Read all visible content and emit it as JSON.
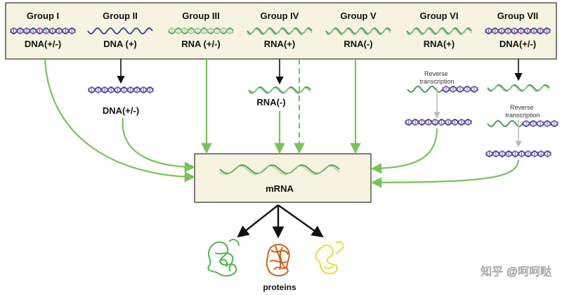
{
  "groups": [
    {
      "title": "Group I",
      "genome": "DNA(+/-)",
      "genome_type": "dsDNA"
    },
    {
      "title": "Group II",
      "genome": "DNA (+)",
      "genome_type": "ssDNA"
    },
    {
      "title": "Group III",
      "genome": "RNA (+/-)",
      "genome_type": "dsRNA"
    },
    {
      "title": "Group IV",
      "genome": "RNA(+)",
      "genome_type": "ssRNA"
    },
    {
      "title": "Group V",
      "genome": "RNA(-)",
      "genome_type": "ssRNA"
    },
    {
      "title": "Group VI",
      "genome": "RNA(+)",
      "genome_type": "ssRNA"
    },
    {
      "title": "Group VII",
      "genome": "DNA(+/-)",
      "genome_type": "dsDNA"
    }
  ],
  "intermediates": {
    "group2": "DNA(+/-)",
    "group4": "RNA(-)",
    "group6_step": "Reverse\ntranscription",
    "group7_step": "Reverse\ntranscription"
  },
  "center": {
    "label": "mRNA"
  },
  "products": {
    "label": "proteins"
  },
  "watermark": "知乎 @呵呵哒",
  "colors": {
    "panel_fill": "#f6f3e0",
    "panel_stroke": "#555555",
    "green_arrow": "#79c35a",
    "black_arrow": "#111111",
    "gray_arrow": "#bdbdbd",
    "dna_strand_a": "#2e3f8f",
    "dna_strand_b": "#7a4fb0",
    "rna_strand": "#4f9a63",
    "rna_light": "#9fd08f",
    "protein_green": "#4fb548",
    "protein_orange": "#c9631b",
    "protein_yellow": "#e7dc43"
  }
}
